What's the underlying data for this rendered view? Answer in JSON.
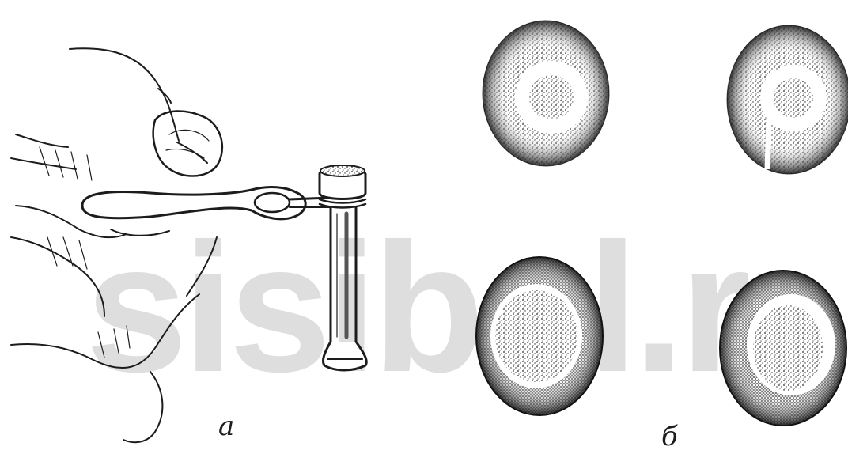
{
  "watermark": {
    "text": "sisibol.ru"
  },
  "labels": {
    "panel_a": "а",
    "panel_b": "б"
  },
  "figure": {
    "panel_a": {
      "depicts": [
        "hand-icon",
        "wire-loop-icon",
        "test-tube-icon"
      ]
    },
    "panel_b": {
      "depicts": [
        "film-spot-icon",
        "film-spot-icon",
        "film-spot-icon",
        "film-spot-icon"
      ]
    }
  },
  "colors": {
    "ink": "#1c1c1c",
    "stipple": "#3a3a3a",
    "watermark": "#d9d9d9",
    "background": "#ffffff"
  }
}
